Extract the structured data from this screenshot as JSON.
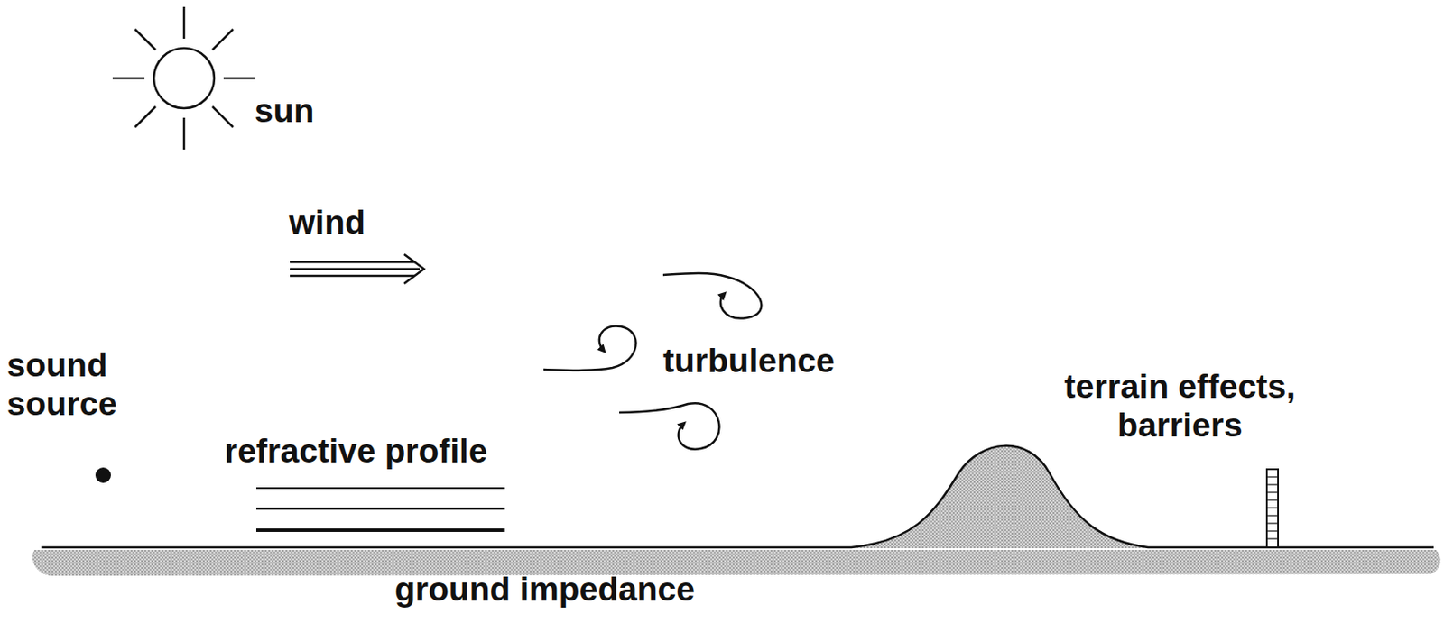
{
  "diagram": {
    "labels": [
      "sun",
      "wind",
      "turbulence",
      "sound source",
      "refractive profile",
      "terrain effects, barriers",
      "ground impedance"
    ]
  }
}
